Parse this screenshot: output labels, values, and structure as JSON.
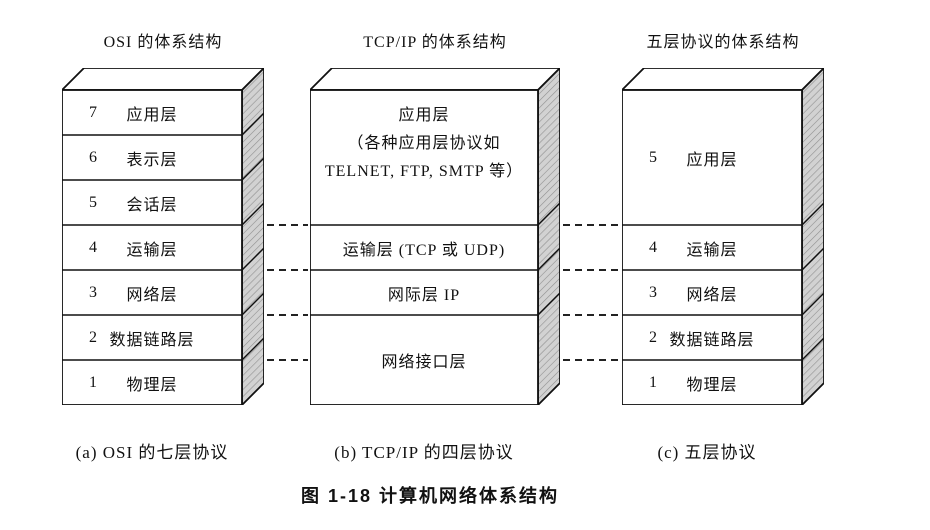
{
  "figure": {
    "caption": "图 1-18  计算机网络体系结构"
  },
  "columns": {
    "osi": {
      "header": "OSI 的体系结构",
      "caption": "(a) OSI 的七层协议",
      "layers": [
        {
          "num": "7",
          "label": "应用层"
        },
        {
          "num": "6",
          "label": "表示层"
        },
        {
          "num": "5",
          "label": "会话层"
        },
        {
          "num": "4",
          "label": "运输层"
        },
        {
          "num": "3",
          "label": "网络层"
        },
        {
          "num": "2",
          "label": "数据链路层"
        },
        {
          "num": "1",
          "label": "物理层"
        }
      ]
    },
    "tcpip": {
      "header": "TCP/IP 的体系结构",
      "caption": "(b) TCP/IP 的四层协议",
      "layers": [
        {
          "lines": [
            "应用层",
            "（各种应用层协议如",
            "TELNET, FTP, SMTP 等）"
          ]
        },
        {
          "label": "运输层 (TCP 或 UDP)"
        },
        {
          "label": "网际层 IP"
        },
        {
          "label": "网络接口层"
        }
      ]
    },
    "five": {
      "header": "五层协议的体系结构",
      "caption": "(c) 五层协议",
      "layers": [
        {
          "num": "5",
          "label": "应用层"
        },
        {
          "num": "4",
          "label": "运输层"
        },
        {
          "num": "3",
          "label": "网络层"
        },
        {
          "num": "2",
          "label": "数据链路层"
        },
        {
          "num": "1",
          "label": "物理层"
        }
      ]
    }
  }
}
